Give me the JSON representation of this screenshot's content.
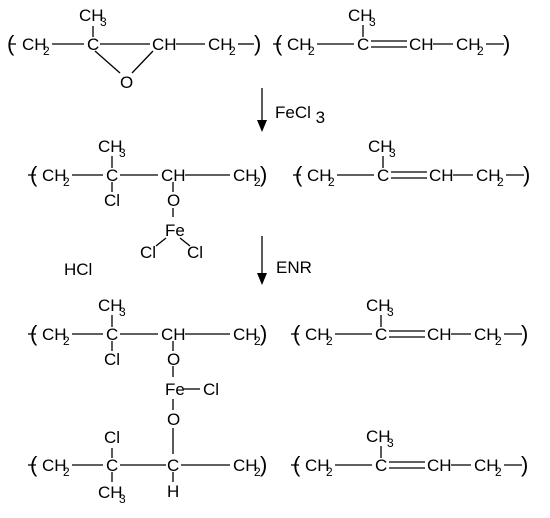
{
  "colors": {
    "ink": "#000000",
    "background": "#ffffff"
  },
  "reagents": {
    "step1": "FeCl3",
    "step2": "ENR",
    "byproduct": "HCl"
  },
  "atoms": {
    "ch2": "CH",
    "ch2_sub": "2",
    "ch3": "CH",
    "ch3_sub": "3",
    "c": "C",
    "ch": "CH",
    "o": "O",
    "cl": "Cl",
    "fe": "Fe",
    "h": "H"
  }
}
